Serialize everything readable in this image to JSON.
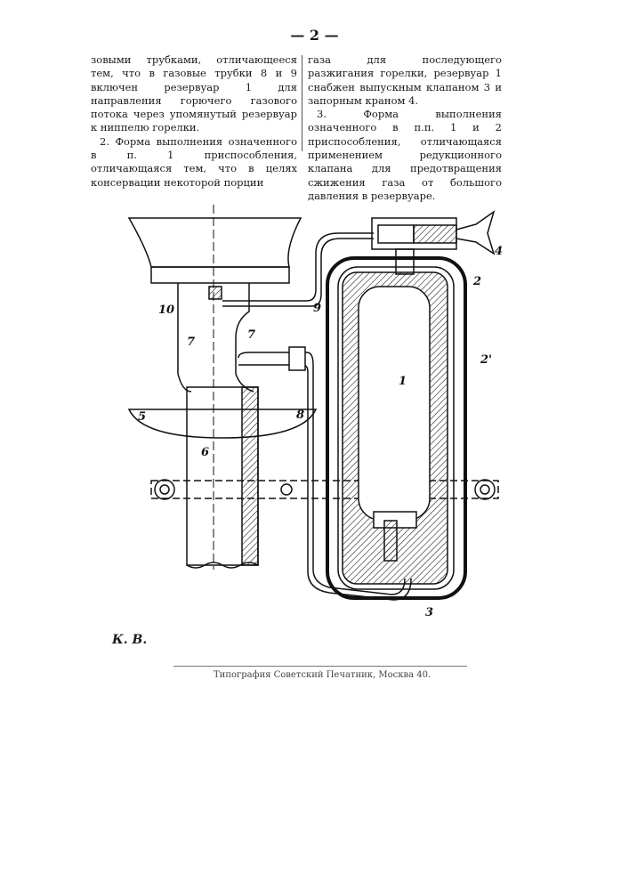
{
  "page_number": "— 2 —",
  "left_column": [
    "зовыми трубками, отличающееся тем, что в газовые трубки 8 и 9 включен резервуар 1 для направления горючего газового потока через упомянутый резервуар к ниппелю горелки.",
    "2. Форма выполнения означенного в п. 1 приспособления, отличающаяся тем, что в целях консервации некоторой порции"
  ],
  "right_column": [
    "газа для последующего разжигания горелки, резервуар 1 снабжен выпускным клапаном 3 и запорным краном 4.",
    "3. Форма выполнения означенного в п.п. 1 и 2 приспособления, отличающаяся применением редукционного клапана для предотвращения сжижения газа от большого давления в резервуаре."
  ],
  "figure_labels": {
    "l10": "10",
    "l7a": "7",
    "l7b": "7",
    "l9": "9",
    "l5": "5",
    "l6": "6",
    "l8": "8",
    "l1": "1",
    "l2": "2",
    "l2p": "2'",
    "l4": "4",
    "l3": "3"
  },
  "signature": "К. В.",
  "printer": "Типография Советский Печатник, Москва 40."
}
